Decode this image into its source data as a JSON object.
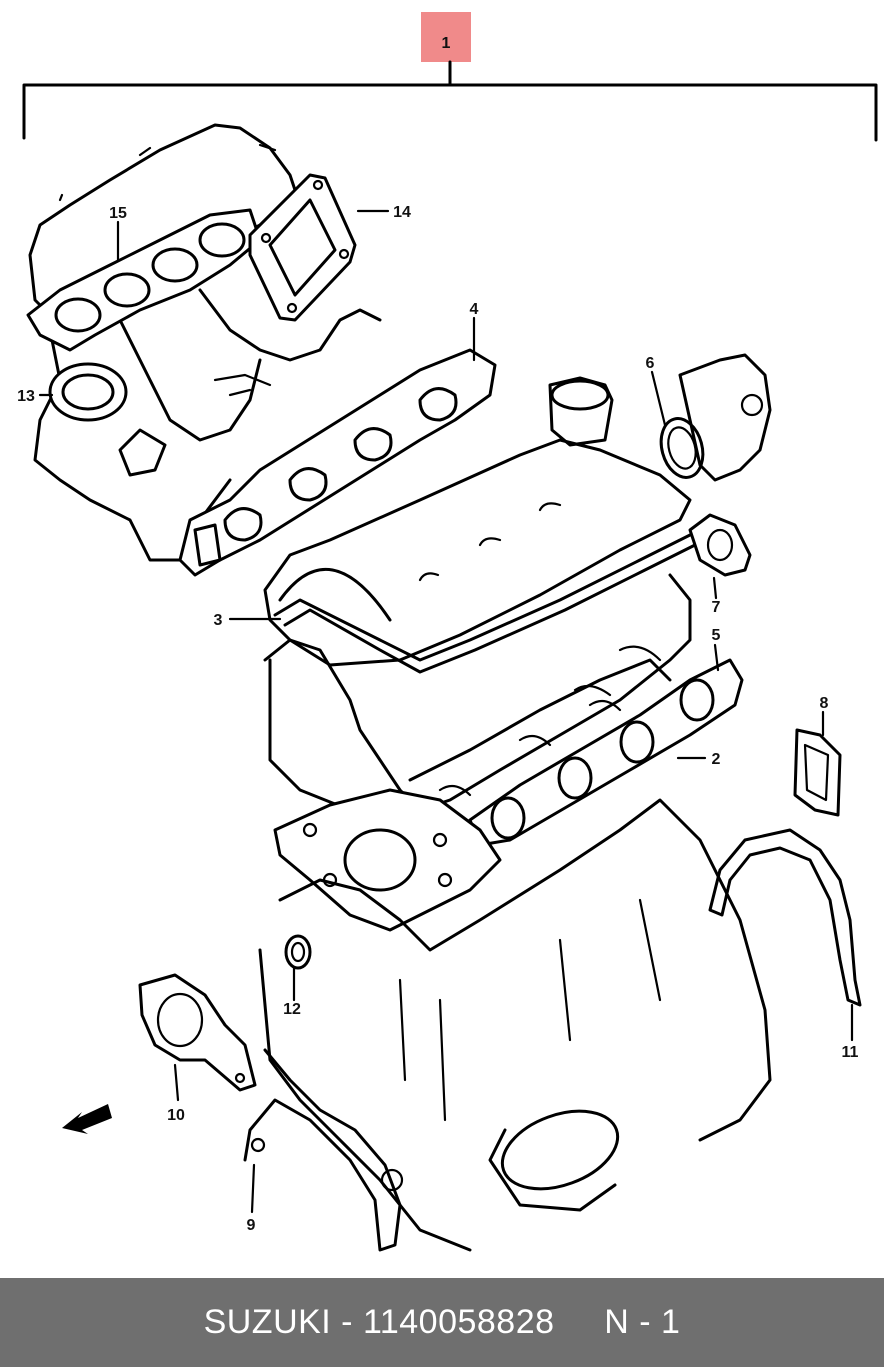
{
  "diagram": {
    "assembly_label": "1",
    "highlight_color": "#f08a8a",
    "callouts": {
      "c2": "2",
      "c3": "3",
      "c4": "4",
      "c5": "5",
      "c6": "6",
      "c7": "7",
      "c8": "8",
      "c9": "9",
      "c10": "10",
      "c11": "11",
      "c12": "12",
      "c13": "13",
      "c14": "14",
      "c15": "15"
    }
  },
  "footer": {
    "text": "SUZUKI - 1140058828     N - 1",
    "background": "#6f6f6f"
  }
}
